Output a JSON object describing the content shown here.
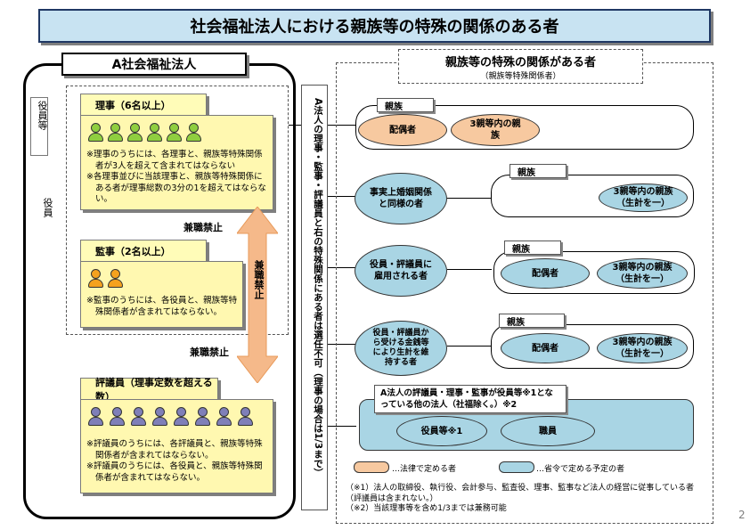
{
  "title": "社会福祉法人における親族等の特殊の関係のある者",
  "org": {
    "header": "A社会福祉法人",
    "officers_label": "役員等",
    "yakuin_label": "役員",
    "director": {
      "head": "理事（6名以上）",
      "count": 6,
      "notes": [
        "※理事のうちには、各理事と、親族等特殊関係者が3人を超えて含まれてはならない",
        "※各理事並びに当該理事と、親族等特殊関係にある者が理事総数の3分の1を超えてはならない。"
      ]
    },
    "auditor": {
      "head": "監事（2名以上）",
      "count": 2,
      "notes": [
        "※監事のうちには、各役員と、親族等特殊関係者が含まれてはならない。"
      ]
    },
    "council": {
      "head": "評議員（理事定数を超える数）",
      "count": 8,
      "notes": [
        "※評議員のうちには、各評議員と、親族等特殊関係者が含まれてはならない。",
        "※評議員のうちには、各役員と、親族等特殊関係者が含まれてはならない。"
      ]
    },
    "kenshoku_1": "兼職禁止",
    "kenshoku_2": "兼職禁止",
    "arrow_text": "兼職禁止"
  },
  "middle_text": "A法人の理事・監事・評議員と右の特殊関係にある者は選任不可（理事の場合は1/3まで）",
  "relatives": {
    "title": "親族等の特殊の関係がある者",
    "subtitle": "（親族等特殊関係者）",
    "group1": {
      "label": "親族",
      "items": [
        "配偶者",
        "3親等内の親族"
      ]
    },
    "group2": {
      "left": "事実上婚姻関係と同様の者",
      "label": "親族",
      "item": "3親等内の親族（生計を一）"
    },
    "group3": {
      "left": "役員・評議員に雇用される者",
      "label": "親族",
      "items": [
        "配偶者",
        "3親等内の親族（生計を一）"
      ]
    },
    "group4": {
      "left": "役員・評議員から受ける金銭等により生計を維持する者",
      "label": "親族",
      "items": [
        "配偶者",
        "3親等内の親族（生計を一）"
      ]
    },
    "group5": {
      "label": "A法人の評議員・理事・監事が役員等※1となっている他の法人（社福除く。）※2",
      "items": [
        "役員等※1",
        "職員"
      ]
    }
  },
  "legend": {
    "law": "…法律で定める者",
    "ordinance": "…省令で定める予定の者"
  },
  "footnotes": [
    "（※1）法人の取締役、執行役、会計参与、監査役、理事、監事など法人の経営に従事している者（評議員は含まれない。）",
    "（※2）当該理事等を含め1/3までは兼務可能"
  ],
  "page_number": "2",
  "colors": {
    "title_bg": "#c8e3f2",
    "role_bg": "#fff8b0",
    "law": "#f7c9a0",
    "ordinance": "#a9d5e4",
    "arrow": "#f5b98a"
  }
}
